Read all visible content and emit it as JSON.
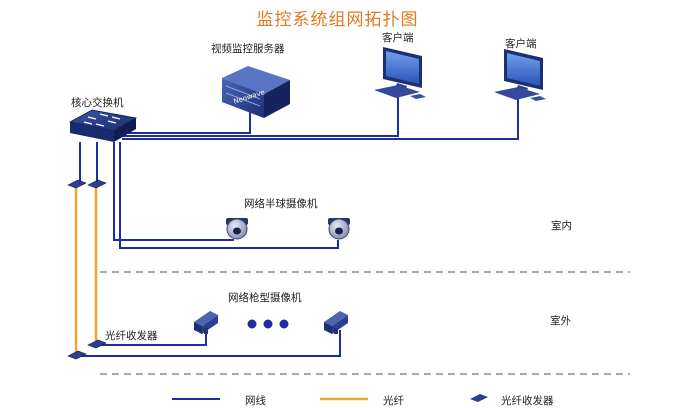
{
  "title": "监控系统组网拓扑图",
  "devices": {
    "server": "视频监控服务器",
    "server_brand": "Neowave",
    "client_1": "客户端",
    "client_2": "客户端",
    "core_switch": "核心交换机",
    "dome_cameras": "网络半球摄像机",
    "bullet_cameras": "网络枪型摄像机",
    "fiber_transceiver": "光纤收发器"
  },
  "zones": {
    "indoor": "室内",
    "outdoor": "室外"
  },
  "legend": {
    "network_cable": "网线",
    "fiber": "光纤",
    "fiber_transceiver": "光纤收发器"
  },
  "colors": {
    "title": "#e07a23",
    "cable": "#1c2f9c",
    "fiber": "#f0a634",
    "device": "#2a3f8f"
  }
}
